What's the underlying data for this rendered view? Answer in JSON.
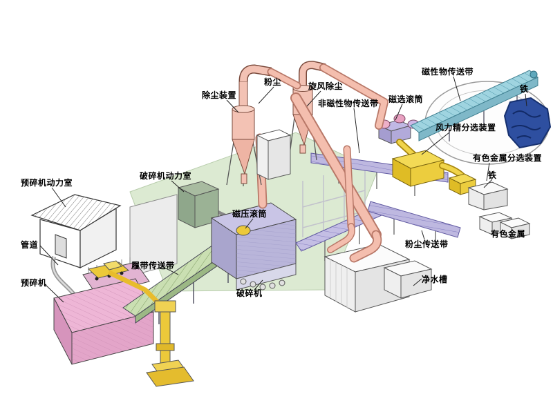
{
  "diagram": {
    "type": "isometric-process-flow",
    "subject": "scrap metal shredding and sorting plant"
  },
  "labels": [
    {
      "id": "pre-crusher-power-room",
      "text": "预碎机动力室"
    },
    {
      "id": "pipe",
      "text": "管道"
    },
    {
      "id": "pre-crusher",
      "text": "预碎机"
    },
    {
      "id": "crusher-power-room",
      "text": "破碎机动力室"
    },
    {
      "id": "track-conveyor",
      "text": "履带传送带"
    },
    {
      "id": "magnetic-press-drum",
      "text": "磁压滚筒"
    },
    {
      "id": "crusher",
      "text": "破碎机"
    },
    {
      "id": "dust-removal-device",
      "text": "除尘装置"
    },
    {
      "id": "dust",
      "text": "粉尘"
    },
    {
      "id": "cyclone-dust-removal",
      "text": "旋风除尘"
    },
    {
      "id": "non-magnetic-conveyor",
      "text": "非磁性物传送带"
    },
    {
      "id": "magnetic-separation-drum",
      "text": "磁选滚筒"
    },
    {
      "id": "magnetic-material-conveyor",
      "text": "磁性物传送带"
    },
    {
      "id": "iron-top",
      "text": "铁"
    },
    {
      "id": "air-fine-sorting-device",
      "text": "风力精分选装置"
    },
    {
      "id": "nonferrous-sorting-device",
      "text": "有色金属分选装置"
    },
    {
      "id": "iron-right",
      "text": "铁"
    },
    {
      "id": "nonferrous-metal",
      "text": "有色金属"
    },
    {
      "id": "dust-conveyor",
      "text": "粉尘传送带"
    },
    {
      "id": "clean-water-tank",
      "text": "净水槽"
    }
  ],
  "palette": {
    "background": "#ffffff",
    "platform_green": "#dcead2",
    "conveyor_green": "#cadfb2",
    "machine_pink": "#eeb6d6",
    "pipe_salmon": "#f4beae",
    "machine_purple": "#b9b5da",
    "conveyor_purple": "#beb8e0",
    "machine_yellow": "#ecc93a",
    "conveyor_cyan": "#9fd4e0",
    "iron_blue": "#2e4fa0",
    "label_color": "#000000"
  }
}
